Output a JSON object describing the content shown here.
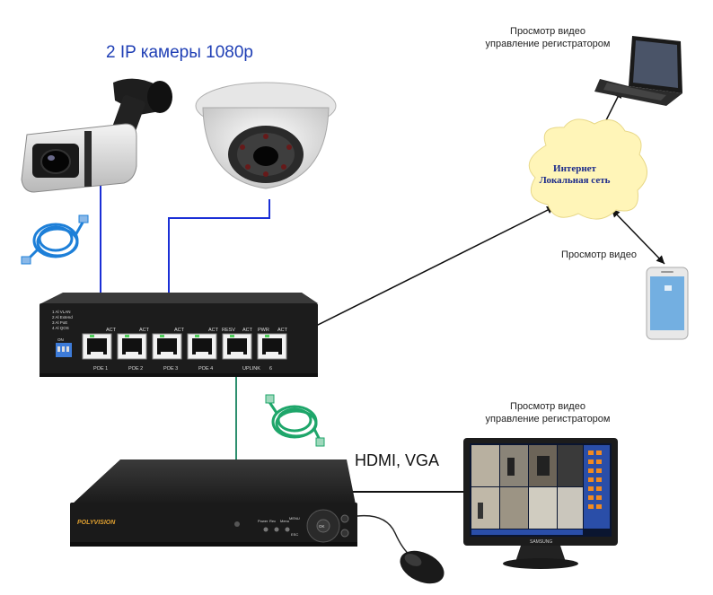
{
  "title": "2 IP камеры 1080р",
  "laptop_label": {
    "line1": "Просмотр видео",
    "line2": "управление регистратором"
  },
  "cloud_label": {
    "line1": "Интернет",
    "line2": "Локальная сеть"
  },
  "phone_label": "Просмотр видео",
  "monitor_label": {
    "line1": "Просмотр видео",
    "line2": "управление регистратором"
  },
  "connection_label": "HDMI, VGA",
  "switch": {
    "port_top_labels": [
      "ACT",
      "ACT",
      "ACT",
      "ACT",
      "RESV",
      "ACT",
      "PWR",
      "ACT"
    ],
    "port_bottom_labels": [
      "POE 1",
      "POE 2",
      "POE 3",
      "POE 4",
      "UPLINK",
      "6"
    ],
    "side_labels": [
      "1 Al VLAN",
      "2 Al Extend",
      "3 Al PoE",
      "4 Al QOS"
    ],
    "dip_on": "ON"
  },
  "dvr": {
    "brand": "POLYVISION",
    "button_labels": [
      "Power",
      "Rec",
      "Menu"
    ],
    "ok_label": "OK",
    "menu_label": "MENU",
    "esc_label": "ESC"
  },
  "monitor_brand": "SAMSUNG",
  "colors": {
    "title": "#1f3fb5",
    "poe_cable": "#1a2fd6",
    "uplink_cable": "#2d8f6e",
    "cloud": "#fff5b8"
  }
}
